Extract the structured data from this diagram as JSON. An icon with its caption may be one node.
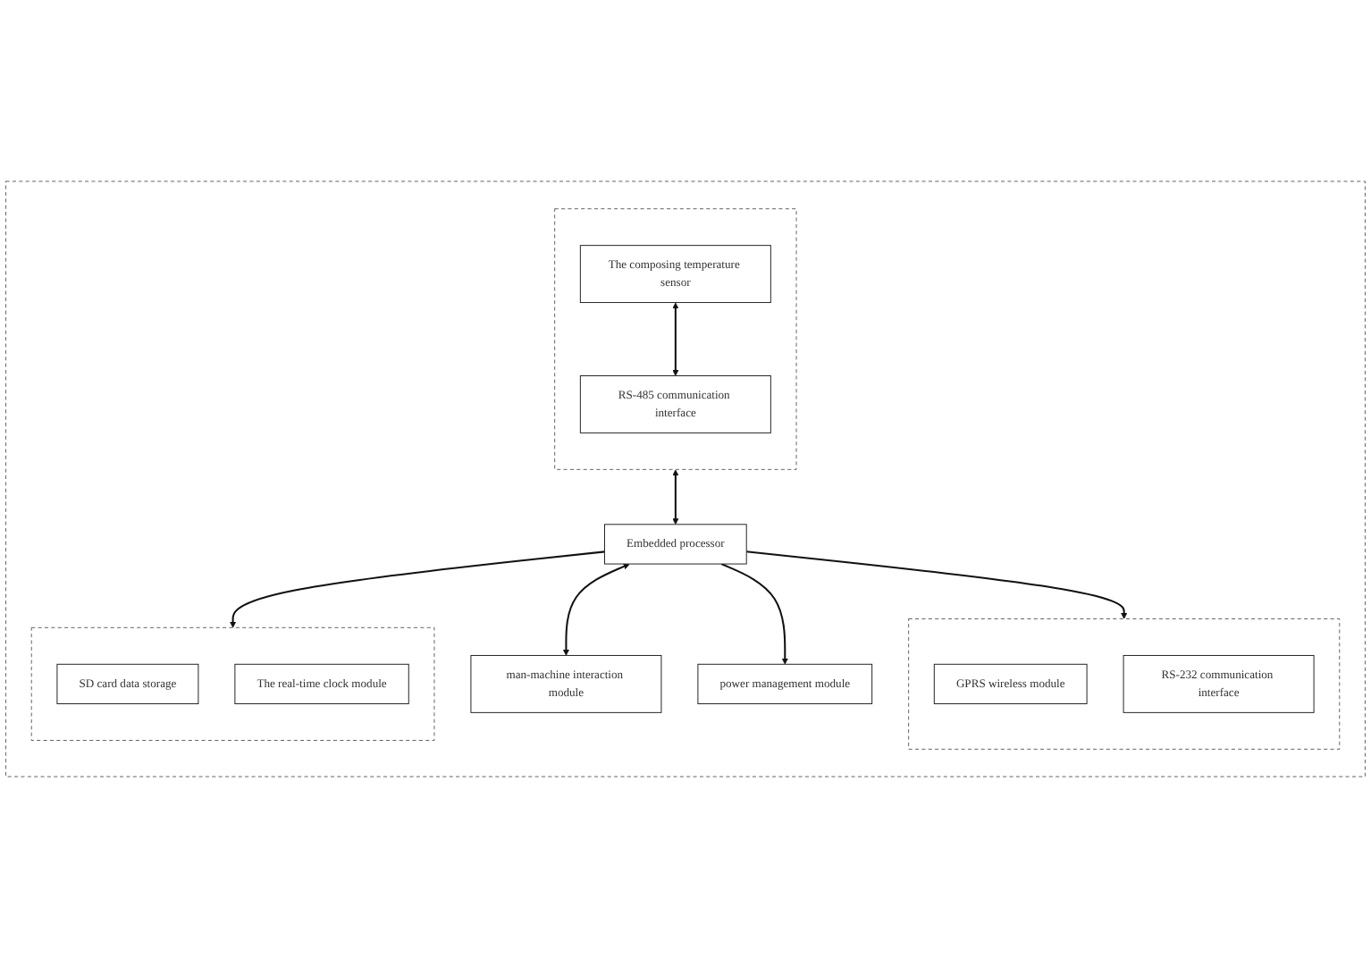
{
  "diagram": {
    "nodes": [
      {
        "text": [],
        "shape": "box"
      },
      {
        "text": [],
        "shape": "box",
        "in": 0
      },
      {
        "text": [
          "The composing temperature sensor"
        ],
        "in": 1
      },
      {
        "text": [
          "RS-485 communication interface"
        ],
        "in": 1
      },
      {
        "text": [
          "Embedded processor"
        ],
        "in": 0
      },
      {
        "text": [
          "man-machine interaction module"
        ],
        "in": 0
      },
      {
        "text": [],
        "shape": "box",
        "in": 0
      },
      {
        "text": [
          "GPRS wireless module"
        ],
        "in": 6
      },
      {
        "text": [
          "RS-232 communication interface"
        ],
        "in": 6
      },
      {
        "text": [],
        "shape": "box",
        "in": 0
      },
      {
        "text": [
          "SD card data storage"
        ],
        "in": 9
      },
      {
        "text": [
          "The real-time clock module"
        ],
        "in": 9
      },
      {
        "text": [
          "power management module"
        ],
        "in": 0
      }
    ],
    "edges": [
      {
        "from": 2,
        "to": 3,
        "arrow": "both"
      },
      {
        "from": 1,
        "to": 4,
        "arrow": "both"
      },
      {
        "from": 4,
        "to": 5,
        "arrow": "both"
      },
      {
        "from": 4,
        "to": 6,
        "arrow": "to"
      },
      {
        "from": 4,
        "to": 9,
        "arrow": "to"
      },
      {
        "from": 4,
        "to": 12,
        "arrow": "to"
      }
    ]
  }
}
